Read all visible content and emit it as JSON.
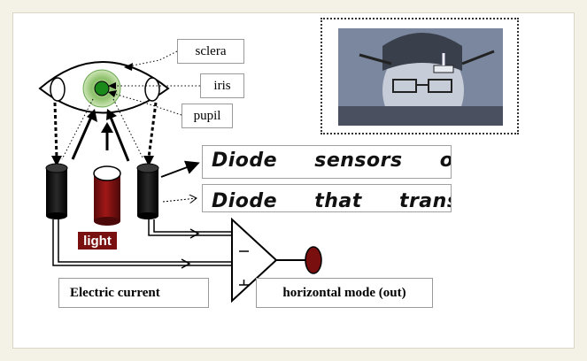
{
  "labels": {
    "sclera": "sclera",
    "iris": "iris",
    "pupil": "pupil",
    "light": "light",
    "electric_current": "Electric  current",
    "horizontal_mode": "horizontal mode (out)",
    "diode_sensors": "Diode sensors of the",
    "diode_transmits": "Diode that transmits"
  },
  "amplifier": {
    "minus_sign": "—",
    "plus_sign": "⊥"
  },
  "colors": {
    "background": "#f4f2e6",
    "light_emitter": "#7a0f0f",
    "iris": "#8cc06a",
    "pupil": "#1a8a1a",
    "output_node": "#7a0f0f",
    "sensor": "#1a1a1a"
  },
  "photo": {
    "description_icon": "person-with-eye-tracker-photo"
  }
}
